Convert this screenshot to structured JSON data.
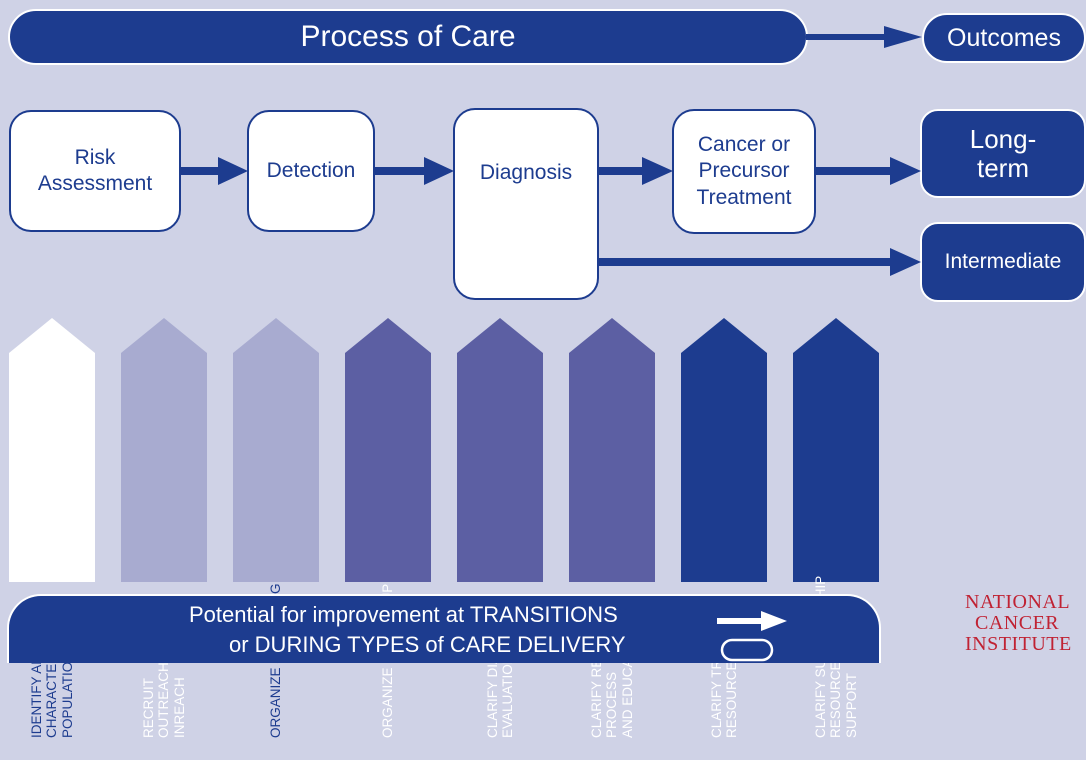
{
  "header": {
    "process_of_care": "Process of Care",
    "outcomes": "Outcomes"
  },
  "steps": {
    "risk": "Risk\nAssessment",
    "detection": "Detection",
    "diagnosis": "Diagnosis",
    "treatment": "Cancer or\nPrecursor\nTreatment"
  },
  "outcomes": {
    "long_term": "Long-\nterm",
    "intermediate": "Intermediate"
  },
  "chevrons": [
    {
      "label": "Identify and\ncharacterize\npopulation",
      "fill": "#ffffff",
      "text": "#1d3c8f"
    },
    {
      "label": "Recruit\noutreach\ninreach",
      "fill": "#a8abd0",
      "text": "#ffffff"
    },
    {
      "label": "Organize screening",
      "fill": "#a8abd0",
      "text": "#1d3c8f"
    },
    {
      "label": "Organize follow-up",
      "fill": "#5c5fa3",
      "text": "#ffffff"
    },
    {
      "label": "Clarify diagnostic\nevaluation",
      "fill": "#5c5fa3",
      "text": "#ffffff"
    },
    {
      "label": "Clarify referral\nprocess\nand education",
      "fill": "#5c5fa3",
      "text": "#ffffff"
    },
    {
      "label": "Clarify treatment\nresources",
      "fill": "#1d3c8f",
      "text": "#ffffff"
    },
    {
      "label": "Clarify survivorship\nresources and\nsupport",
      "fill": "#1d3c8f",
      "text": "#ffffff"
    }
  ],
  "legend": {
    "line1": "Potential for improvement at TRANSITIONS",
    "line2": "or DURING TYPES of CARE DELIVERY"
  },
  "logo": {
    "line1": "NATIONAL",
    "line2": "CANCER",
    "line3": "INSTITUTE"
  },
  "colors": {
    "navy": "#1d3c8f",
    "lavender": "#cfd2e6",
    "logo_red": "#c02233"
  }
}
